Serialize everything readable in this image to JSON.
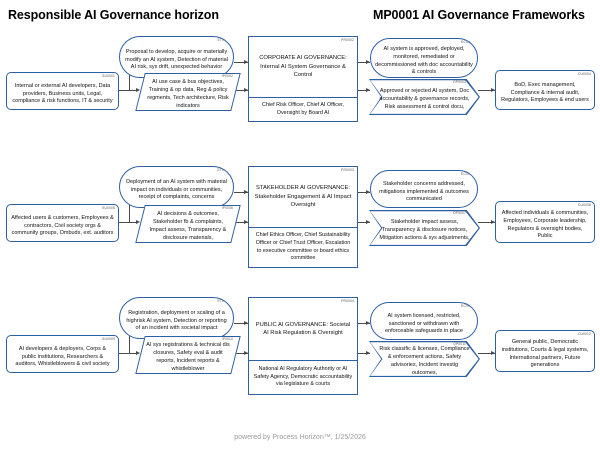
{
  "titles": {
    "left": "Responsible AI Governance horizon",
    "right": "MP0001 AI Governance Frameworks"
  },
  "footer": "powered by Process Horizon™, 1/25/2026",
  "colors": {
    "node_border": "#2e5fa3",
    "connector": "#4a4a4a",
    "code_text": "#555555",
    "footer_text": "#9b9b9b",
    "background": "#ffffff"
  },
  "rows": [
    {
      "supplier": {
        "code": "SU0001",
        "text": "Internal or external AI developers, Data providers, Business units, Legal, compliance & risk functions, IT & security"
      },
      "event": {
        "code": "ET0001",
        "text": "Proposal to develop, acquire or materially modify an AI system, Detection of material AI risk, sys drift, unexpected behavior"
      },
      "input": {
        "code": "IP0002",
        "text": "AI use case & bus objectives, Training & op data, Reg & policy regments, Tech architecture, Risk indicators"
      },
      "process": {
        "code": "PR0002",
        "title": "CORPORATE AI GOVERNANCE: Internal AI System Governance & Control",
        "role": "Chief Risk Officer, Chief AI Officer, Oversight by Board AI"
      },
      "outcome": {
        "code": "EC0002",
        "text": "AI system is approved, deployed, monitored, remediated or decommissioned with doc accountability & controls"
      },
      "output": {
        "code": "OP0003",
        "text": "Approved or rejected AI system, Doc accountability & governance records, Risk assessment & control docu,"
      },
      "customer": {
        "code": "CU0004",
        "text": "BoD, Exec management, Compliance & internal audit, Regulators, Employees & end users"
      }
    },
    {
      "supplier": {
        "code": "SU0005",
        "text": "Affected users & customers, Employees & contractors, Civil society orgs & community groups, Ombuds, ext. auditors"
      },
      "event": {
        "code": "ET0003",
        "text": "Deployment of an AI system with material impact on individuals or communities, receipt of complaints, concerns"
      },
      "input": {
        "code": "IP0006",
        "text": "AI decisions & outcomes, Stakeholder fb & complaints, Impact assess, Transparency & disclosure materials,"
      },
      "process": {
        "code": "PR0003",
        "title": "STAKEHOLDER AI GOVERNANCE: Stakeholder Engagement & AI Impact Oversight",
        "role": "Chief Ethics Officer, Chief Sustainability Officer or Chief Trust Officer, Escalation to executive committee or board ethics committee"
      },
      "outcome": {
        "code": "EC0004",
        "text": "Stakeholder concerns addressed, mitigations implemented & outcomes communicated"
      },
      "output": {
        "code": "OP0007",
        "text": "Stakeholder impact assess, Transparency & disclosure notices, Mitigation actions & sys adjustments,"
      },
      "customer": {
        "code": "CU0008",
        "text": "Affected individuals & communities, Employees, Corporate leadership, Regulators & oversight bodies, Public"
      }
    },
    {
      "supplier": {
        "code": "SU0009",
        "text": "AI developers & deployers, Corps & public institutions, Researchers & auditors, Whistleblowers & civil society"
      },
      "event": {
        "code": "ET0005",
        "text": "Registration, deployment or scaling of a highrisk AI system, Detection or reporting of an incident with societal impact"
      },
      "input": {
        "code": "IP0010",
        "text": "AI sys registrations & technical dis closures, Safety eval & audit reports, Incident reports & whistleblower"
      },
      "process": {
        "code": "PR0004",
        "title": "PUBLIC AI GOVERNANCE: Societal AI Risk Regulation & Oversight",
        "role": "National AI Regulatory Authority or AI Safety Agency, Democratic accountability via legislature & courts"
      },
      "outcome": {
        "code": "EC0006",
        "text": "AI system licensed, restricted, sanctioned or withdrawn with enforceable safeguards in place"
      },
      "output": {
        "code": "OP0011",
        "text": "Risk classific & licenses, Compliance & enforcement actions, Safety advisories, Incident investig outcomes,"
      },
      "customer": {
        "code": "CU0012",
        "text": "General public, Democratic institutions, Courts & legal systems, International partners, Future generations"
      }
    }
  ]
}
